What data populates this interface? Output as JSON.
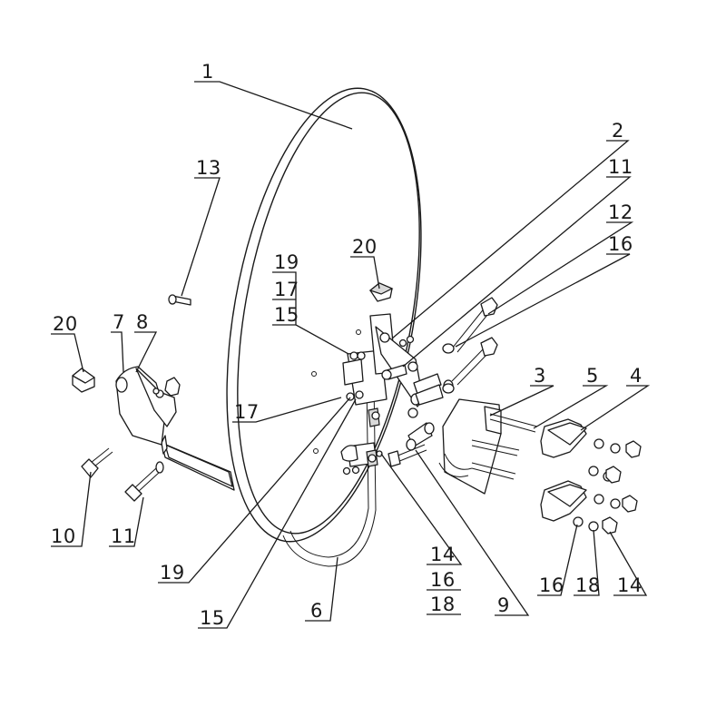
{
  "callouts": [
    {
      "id": "c1",
      "text": "1"
    },
    {
      "id": "c2",
      "text": "2"
    },
    {
      "id": "c11a",
      "text": "11"
    },
    {
      "id": "c12",
      "text": "12"
    },
    {
      "id": "c16a",
      "text": "16"
    },
    {
      "id": "c13",
      "text": "13"
    },
    {
      "id": "c20a",
      "text": "20"
    },
    {
      "id": "c19a",
      "text": "19"
    },
    {
      "id": "c17a",
      "text": "17"
    },
    {
      "id": "c15a",
      "text": "15"
    },
    {
      "id": "c20b",
      "text": "20"
    },
    {
      "id": "c7",
      "text": "7"
    },
    {
      "id": "c8",
      "text": "8"
    },
    {
      "id": "c3",
      "text": "3"
    },
    {
      "id": "c5",
      "text": "5"
    },
    {
      "id": "c4",
      "text": "4"
    },
    {
      "id": "c17b",
      "text": "17"
    },
    {
      "id": "c10",
      "text": "10"
    },
    {
      "id": "c11b",
      "text": "11"
    },
    {
      "id": "c19b",
      "text": "19"
    },
    {
      "id": "c15b",
      "text": "15"
    },
    {
      "id": "c6",
      "text": "6"
    },
    {
      "id": "c14a",
      "text": "14"
    },
    {
      "id": "c16b",
      "text": "16"
    },
    {
      "id": "c18a",
      "text": "18"
    },
    {
      "id": "c9",
      "text": "9"
    },
    {
      "id": "c16c",
      "text": "16"
    },
    {
      "id": "c18b",
      "text": "18"
    },
    {
      "id": "c14b",
      "text": "14"
    }
  ]
}
